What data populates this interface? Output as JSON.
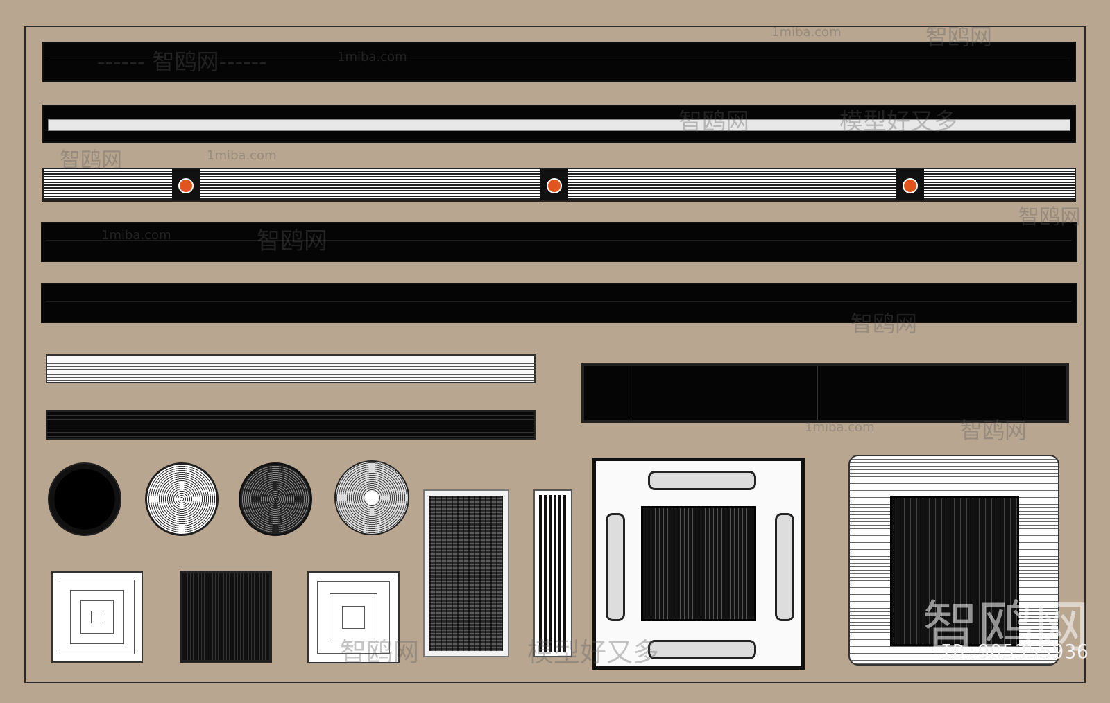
{
  "watermarks": {
    "site": "1miba.com",
    "brand": "智鸥网",
    "slogan": "模型好又多",
    "dashes": "------"
  },
  "image_id": "ID:905355936",
  "colors": {
    "background": "#b8a691",
    "accent_dot": "#e2541e",
    "frame": "#2a2a2a"
  }
}
